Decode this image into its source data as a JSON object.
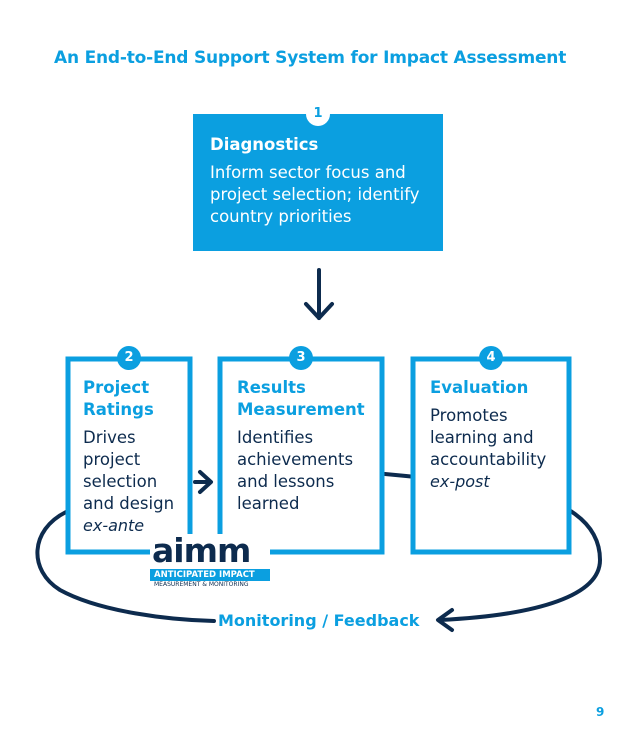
{
  "title": "An End-to-End Support System for Impact Assessment",
  "boxes": [
    {
      "number": "1",
      "title": "Diagnostics",
      "lines": [
        "Inform sector focus and",
        "project selection; identify",
        "country priorities"
      ]
    },
    {
      "number": "2",
      "title_lines": [
        "Project",
        "Ratings"
      ],
      "lines": [
        "Drives",
        "project",
        "selection",
        "and design"
      ],
      "italic": "ex-ante"
    },
    {
      "number": "3",
      "title_lines": [
        "Results",
        "Measurement"
      ],
      "lines": [
        "Identifies",
        "achievements",
        "and lessons",
        "learned"
      ]
    },
    {
      "number": "4",
      "title_lines": [
        "Evaluation"
      ],
      "lines": [
        "Promotes",
        "learning and",
        "accountability"
      ],
      "italic": "ex-post"
    }
  ],
  "feedback_label": "Monitoring / Feedback",
  "logo": {
    "word": "aimm",
    "line1": "ANTICIPATED IMPACT",
    "line2": "MEASUREMENT & MONITORING"
  },
  "page_number": "9",
  "colors": {
    "accent": "#0b9fe0",
    "navy": "#0d2b4e"
  }
}
